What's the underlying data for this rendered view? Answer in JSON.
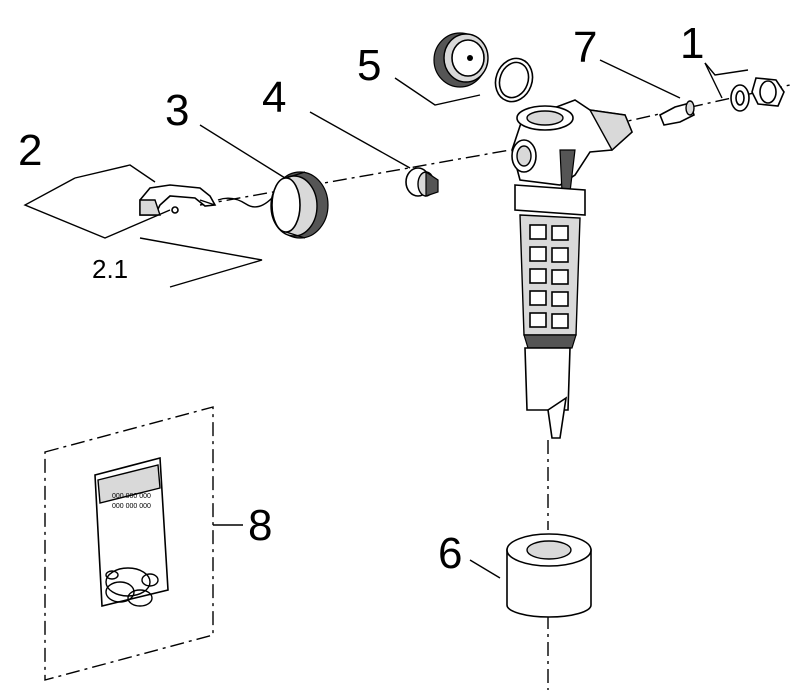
{
  "callouts": {
    "c1": "1",
    "c2": "2",
    "c2_1": "2.1",
    "c3": "3",
    "c4": "4",
    "c5": "5",
    "c6": "6",
    "c7": "7",
    "c8": "8"
  },
  "package_label": {
    "line1": "000 000 000",
    "line2": "000 000 000"
  }
}
